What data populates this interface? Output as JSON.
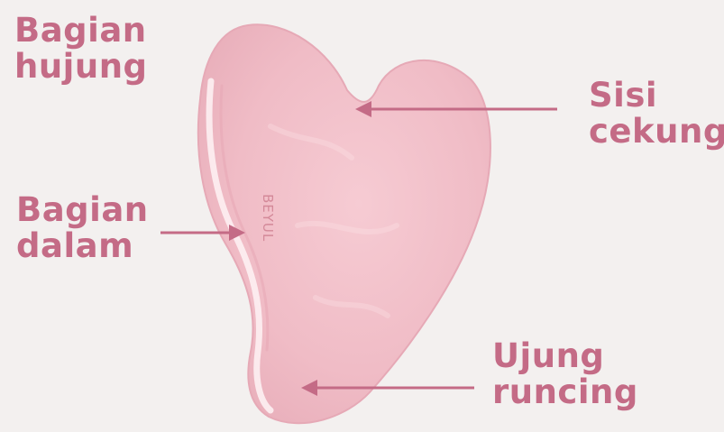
{
  "labels": {
    "tip_top": {
      "line1": "Bagian",
      "line2": "hujung"
    },
    "concave": {
      "line1": "Sisi",
      "line2": "cekung"
    },
    "inner": {
      "line1": "Bagian",
      "line2": "dalam"
    },
    "pointed": {
      "line1": "Ujung",
      "line2": "runcing"
    }
  },
  "brand_engraving": "BEYUL",
  "colors": {
    "background": "#f3f0ef",
    "label_text": "#c46b86",
    "arrow": "#c46b86",
    "stone": "#f2c6ce"
  }
}
